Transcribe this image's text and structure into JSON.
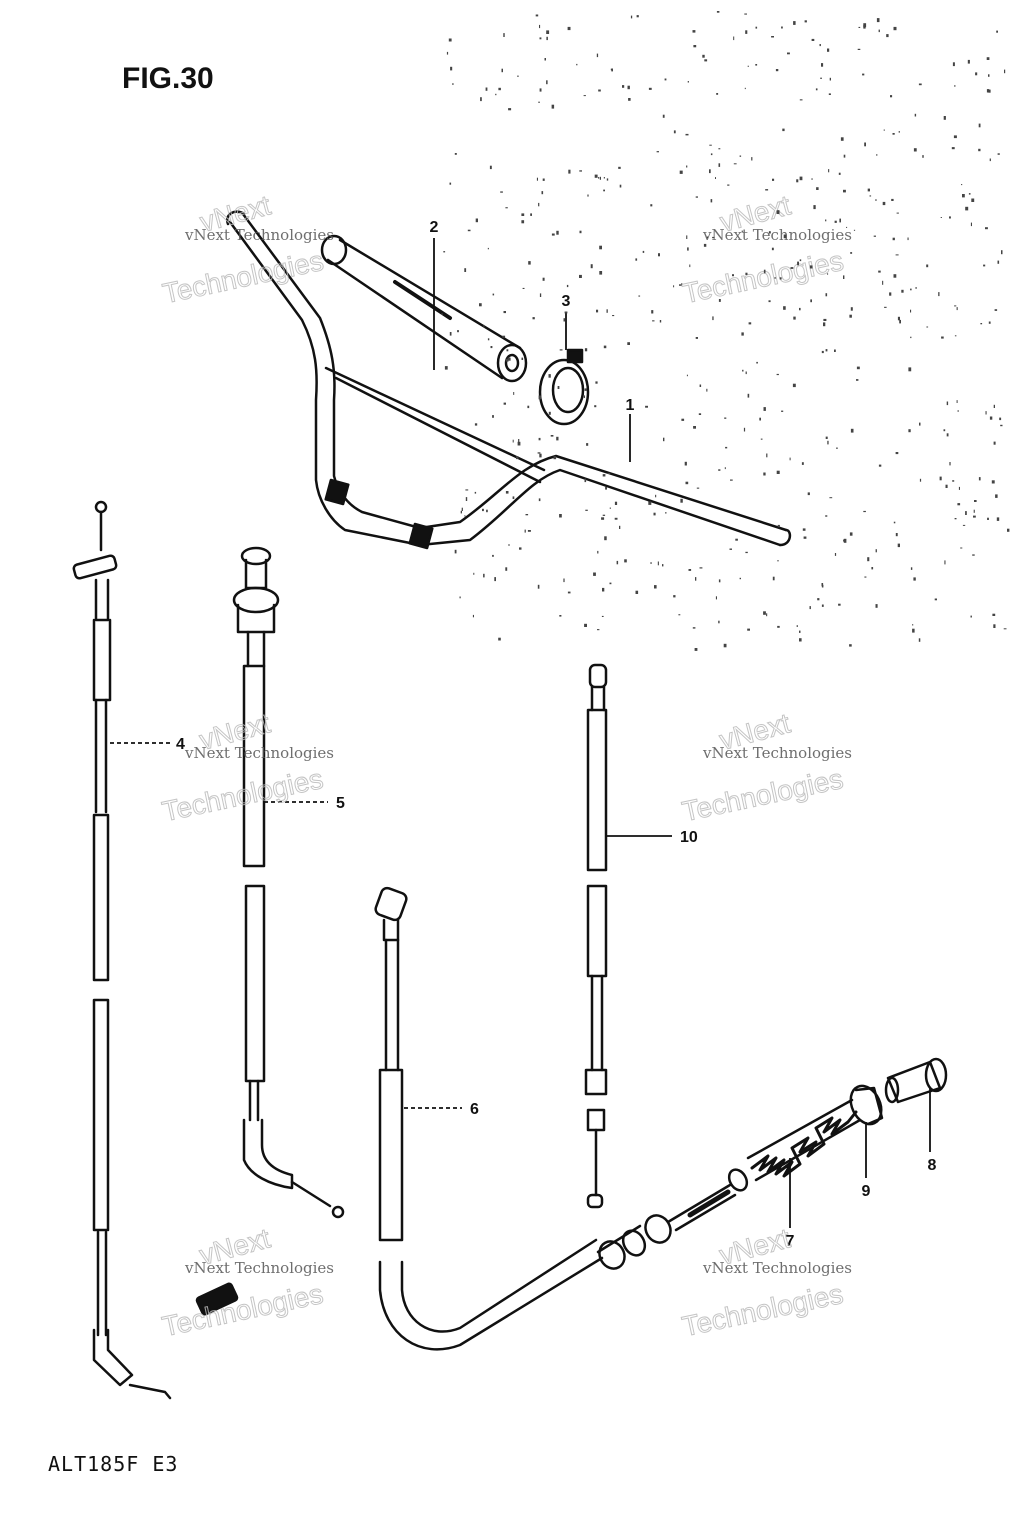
{
  "figure": {
    "title": "FIG.30",
    "model_code": "ALT185F E3"
  },
  "callouts": [
    "1",
    "2",
    "3",
    "4",
    "5",
    "6",
    "7",
    "8",
    "9",
    "10"
  ],
  "watermark": {
    "brand": "vNext",
    "line1": "vNext Technologies",
    "line2": "Technologies"
  }
}
